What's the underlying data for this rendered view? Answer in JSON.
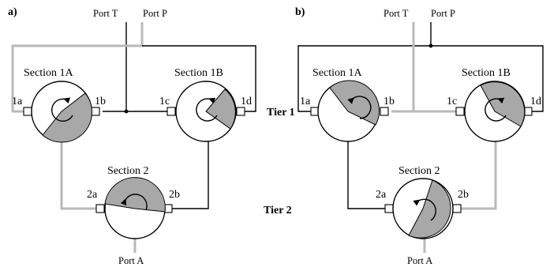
{
  "panels": [
    {
      "id": "a",
      "label": "a)",
      "port_t": "Port T",
      "port_p": "Port P",
      "port_a": "Port A",
      "sections": {
        "s1a": {
          "title": "Section 1A",
          "left_port": "1a",
          "right_port": "1b"
        },
        "s1b": {
          "title": "Section 1B",
          "left_port": "1c",
          "right_port": "1d"
        },
        "s2": {
          "title": "Section 2",
          "left_port": "2a",
          "right_port": "2b"
        }
      }
    },
    {
      "id": "b",
      "label": "b)",
      "port_t": "Port T",
      "port_p": "Port P",
      "port_a": "Port A",
      "sections": {
        "s1a": {
          "title": "Section 1A",
          "left_port": "1a",
          "right_port": "1b"
        },
        "s1b": {
          "title": "Section 1B",
          "left_port": "1c",
          "right_port": "1d"
        },
        "s2": {
          "title": "Section 2",
          "left_port": "2a",
          "right_port": "2b"
        }
      }
    }
  ],
  "tiers": {
    "tier1": "Tier 1",
    "tier2": "Tier 2"
  },
  "colors": {
    "line_black": "#000000",
    "line_grey": "#b9b9b9",
    "sector_fill": "#a8a8a8"
  }
}
